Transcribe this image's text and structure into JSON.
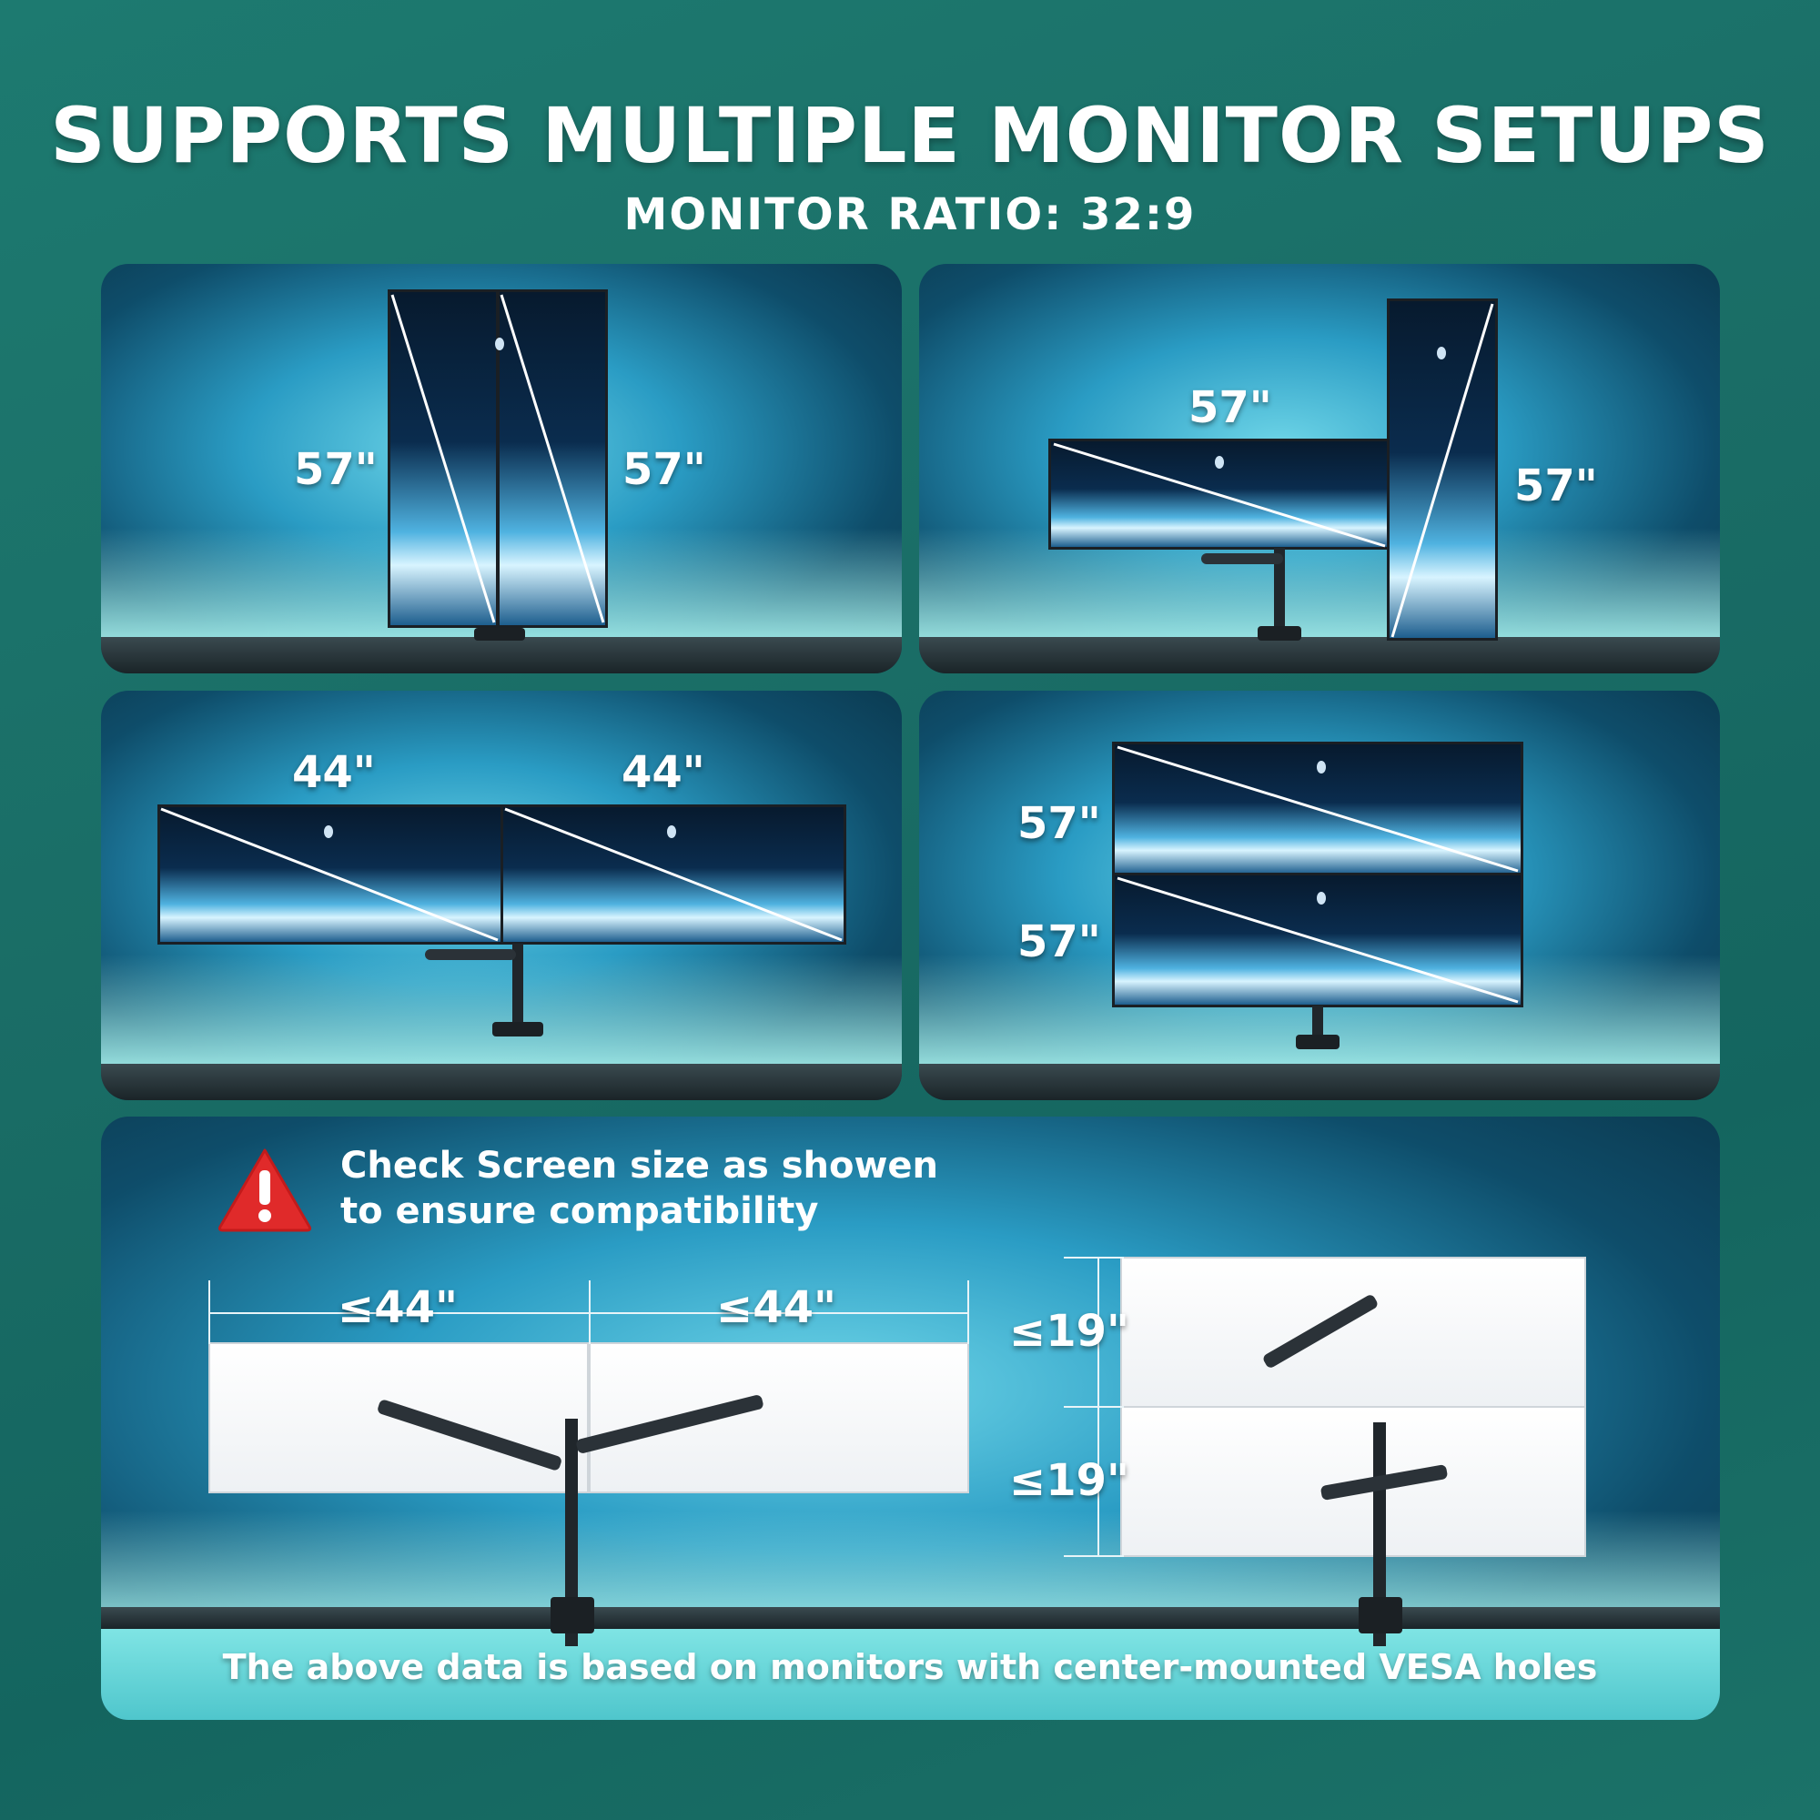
{
  "header": {
    "title": "SUPPORTS MULTIPLE MONITOR SETUPS",
    "subtitle": "MONITOR RATIO: 32:9"
  },
  "panels": {
    "p1": {
      "left_size": "57\"",
      "right_size": "57\""
    },
    "p2": {
      "top_size": "57\"",
      "right_size": "57\""
    },
    "p3": {
      "left_size": "44\"",
      "right_size": "44\""
    },
    "p4": {
      "top_size": "57\"",
      "bottom_size": "57\""
    }
  },
  "compatibility": {
    "warning": "Check Screen size as showen to ensure compatibility",
    "width_left": "≤44\"",
    "width_right": "≤44\"",
    "height_top": "≤19\"",
    "height_bottom": "≤19\"",
    "footer": "The above data is based on monitors with center-mounted VESA holes"
  },
  "colors": {
    "background": "#1a6d66",
    "warning": "#e02a2a"
  }
}
